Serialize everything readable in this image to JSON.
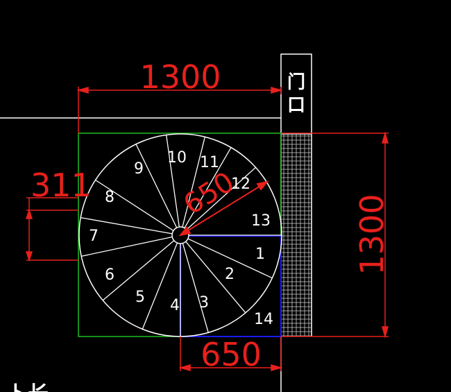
{
  "drawing": {
    "dimensions": {
      "top_width": "1300",
      "right_height": "1300",
      "left_offset": "311",
      "bottom_half": "650",
      "radius": "650"
    },
    "door_label_line1": "门",
    "door_label_line2": "口",
    "bottom_left_fragment": "卜长",
    "step_numbers": [
      "1",
      "2",
      "3",
      "4",
      "5",
      "6",
      "7",
      "8",
      "9",
      "10",
      "11",
      "12",
      "13",
      "14"
    ],
    "colors": {
      "background": "#000000",
      "dimension": "#e8201c",
      "outline": "#ffffff",
      "frame": "#1fbf1f",
      "quarter_box": "#1a1aff"
    }
  }
}
